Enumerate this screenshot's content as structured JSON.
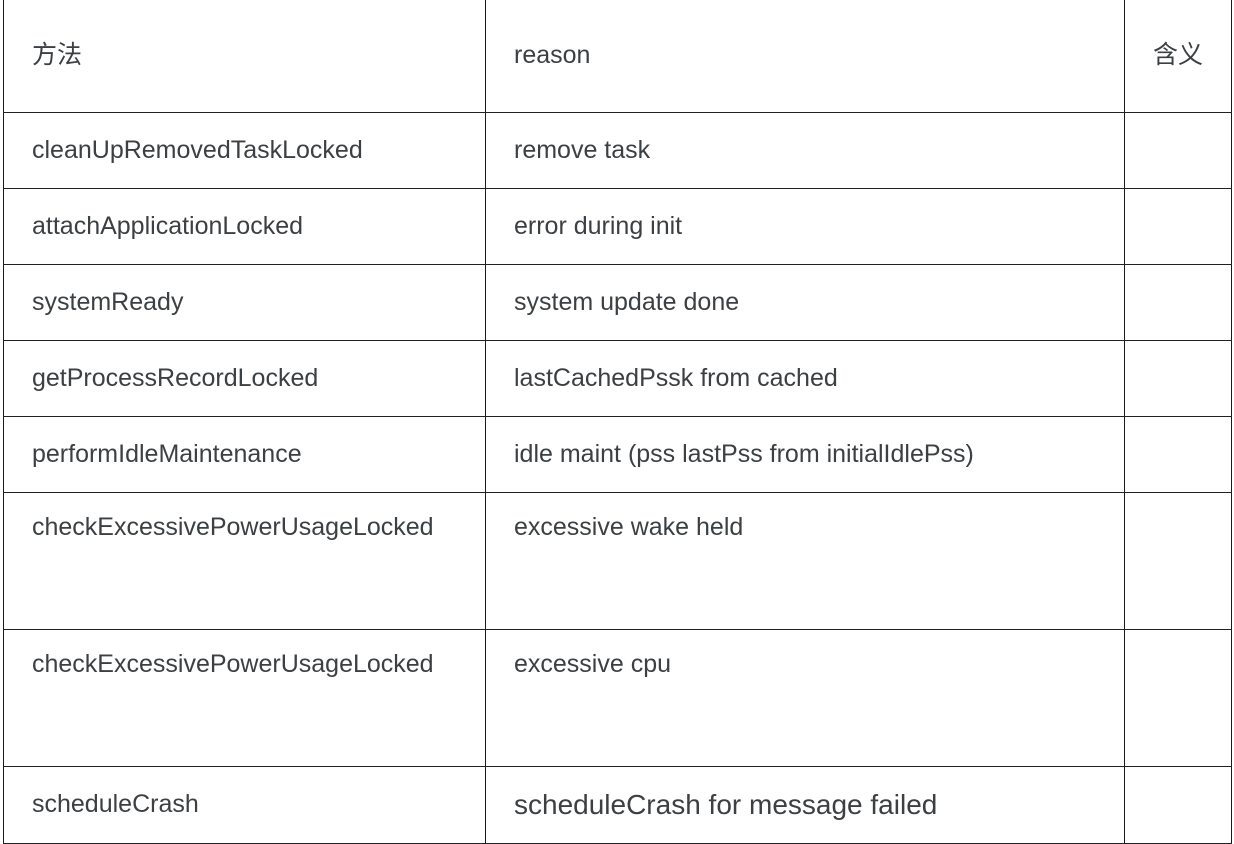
{
  "table": {
    "columns": [
      {
        "key": "method",
        "label": "方法",
        "name": "column-header-method"
      },
      {
        "key": "reason",
        "label": "reason",
        "name": "column-header-reason"
      },
      {
        "key": "meaning",
        "label": "含义",
        "name": "column-header-meaning"
      }
    ],
    "rows": [
      {
        "method": "cleanUpRemovedTaskLocked",
        "reason": "remove task",
        "meaning": ""
      },
      {
        "method": "attachApplicationLocked",
        "reason": "error during init",
        "meaning": ""
      },
      {
        "method": "systemReady",
        "reason": "system update done",
        "meaning": ""
      },
      {
        "method": "getProcessRecordLocked",
        "reason": "lastCachedPssk from cached",
        "meaning": ""
      },
      {
        "method": "performIdleMaintenance",
        "reason": "idle maint (pss lastPss from initialIdlePss)",
        "meaning": ""
      },
      {
        "method": "checkExcessivePowerUsageLocked",
        "reason": "excessive wake held",
        "meaning": ""
      },
      {
        "method": "checkExcessivePowerUsageLocked",
        "reason": "excessive cpu",
        "meaning": ""
      },
      {
        "method": "scheduleCrash",
        "reason": "scheduleCrash for message failed",
        "meaning": ""
      }
    ]
  },
  "style": {
    "text_color": "#3c4043",
    "border_color": "#1a1a1a",
    "background": "#ffffff"
  }
}
